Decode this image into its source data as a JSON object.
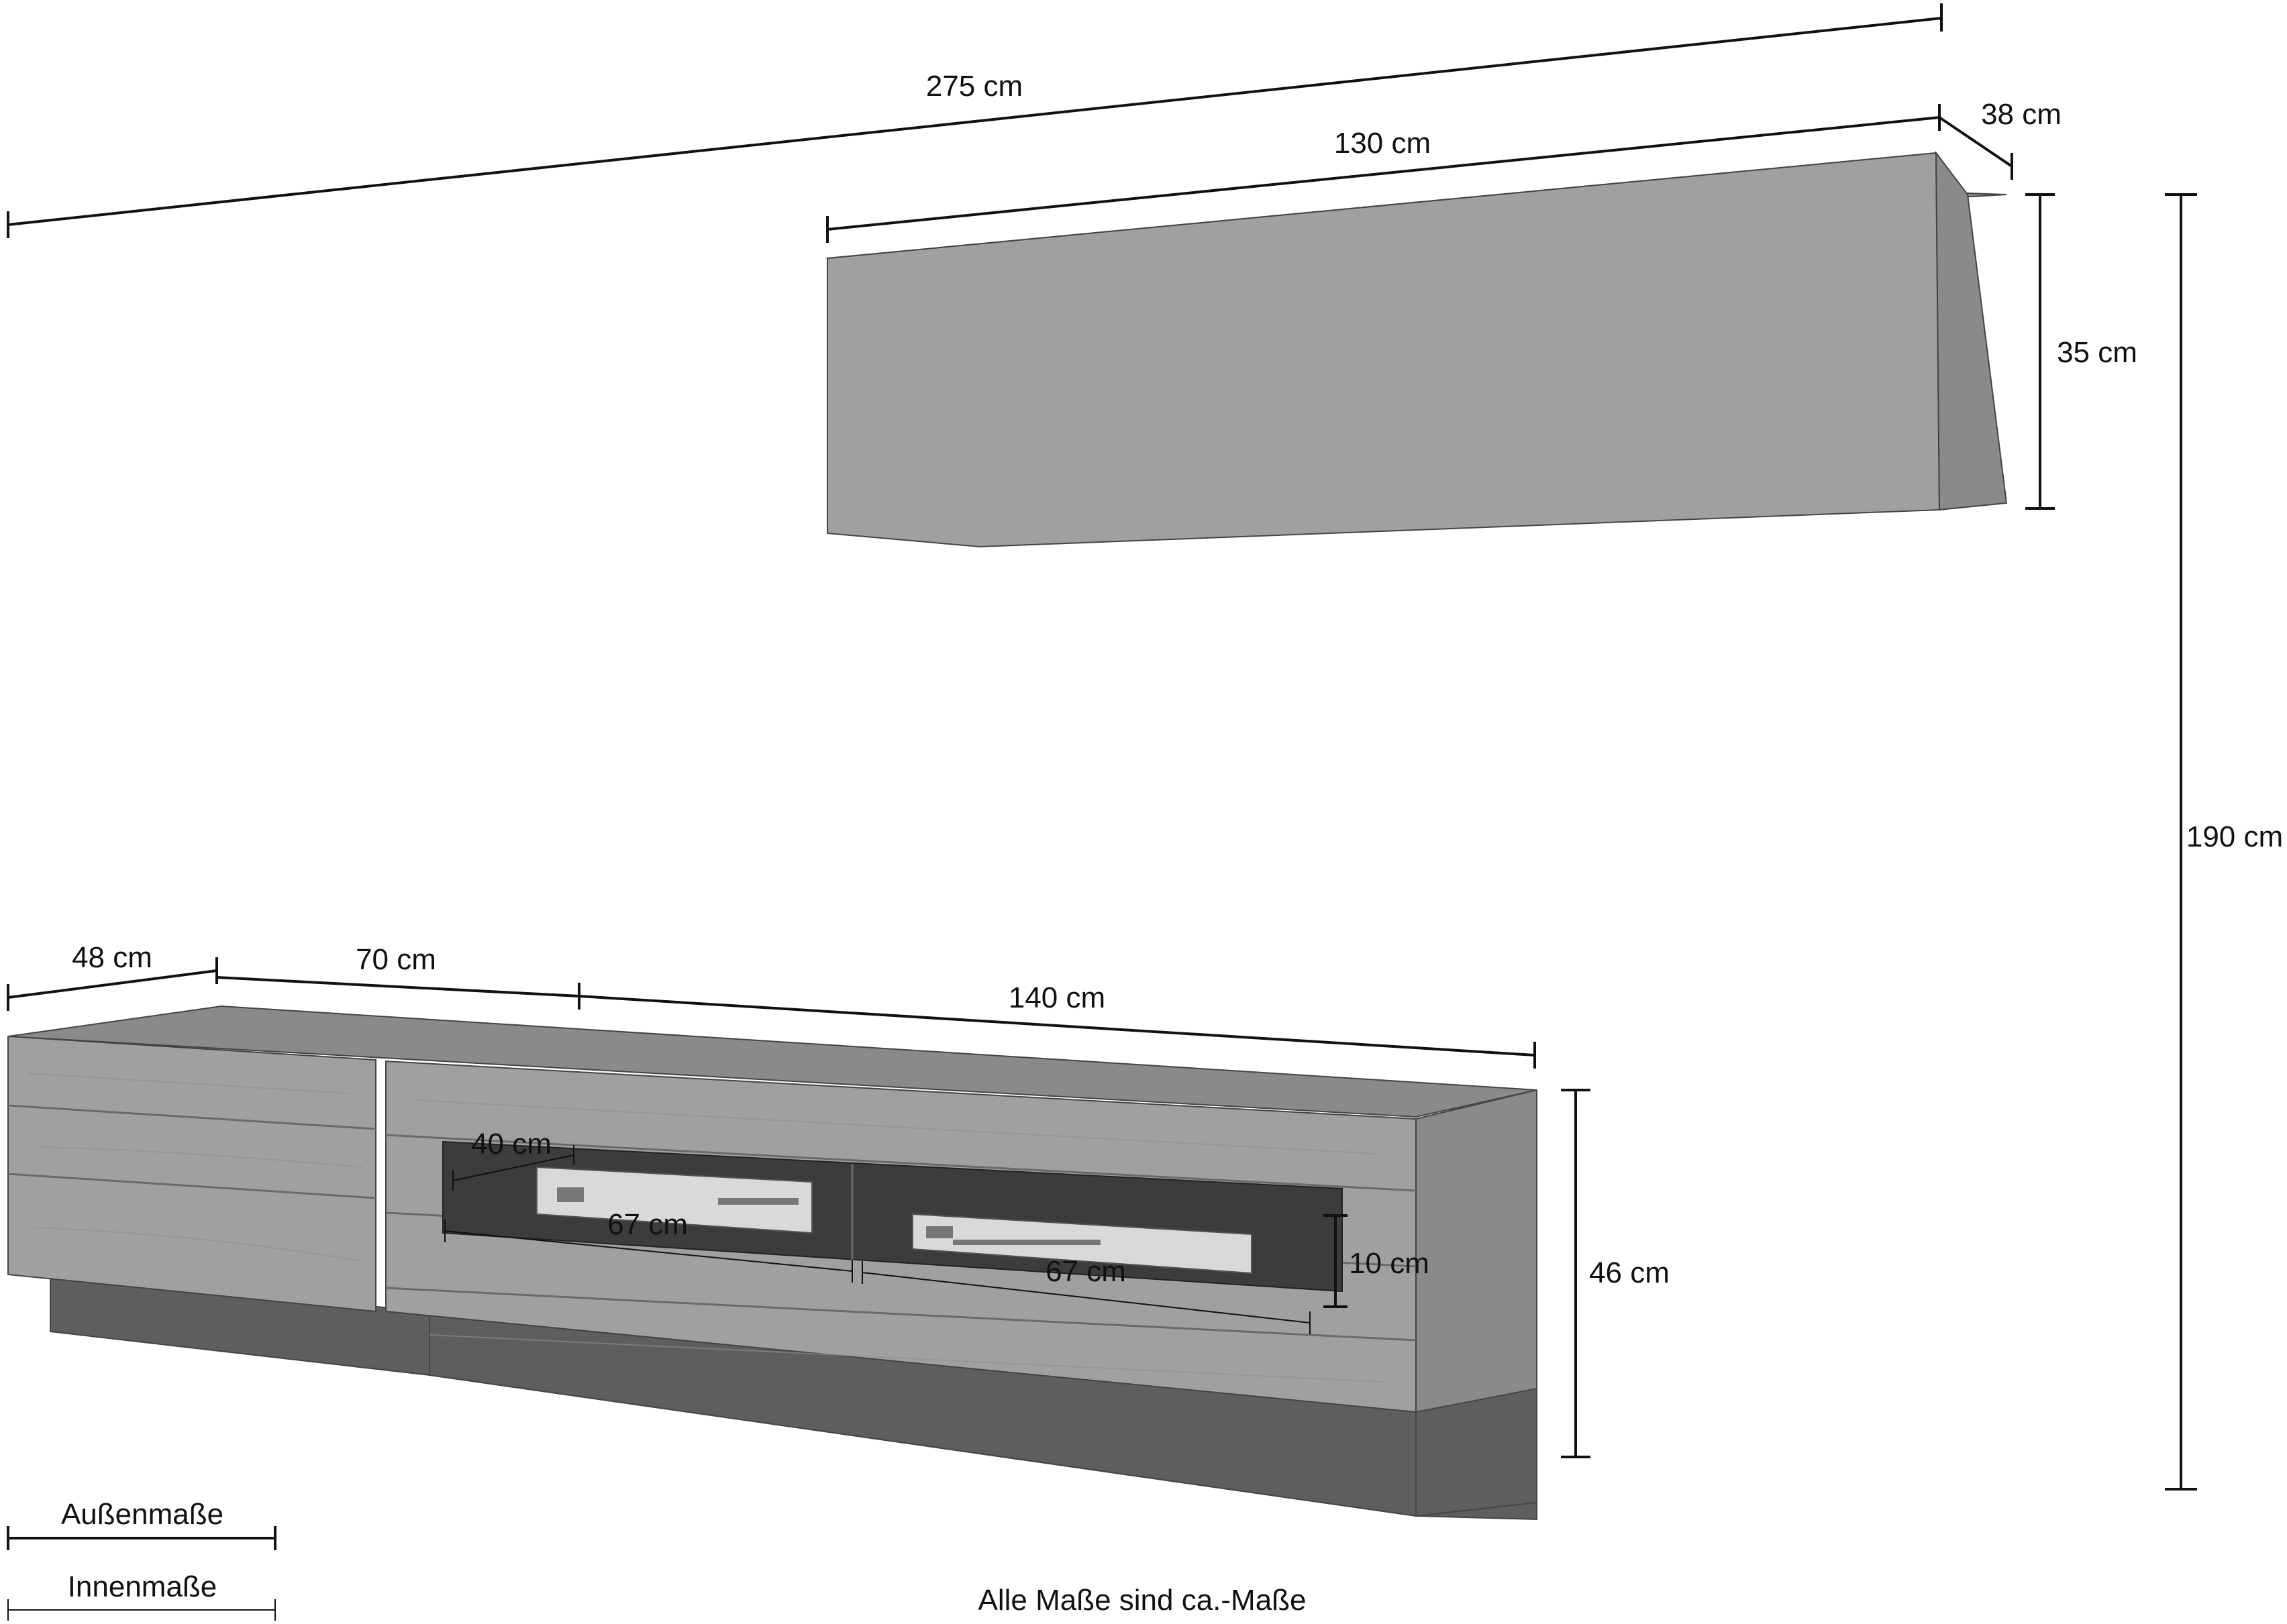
{
  "dimensions": {
    "total_width": "275 cm",
    "wall_unit_width": "130 cm",
    "wall_unit_depth": "38 cm",
    "wall_unit_height": "35 cm",
    "overall_height": "190 cm",
    "lowboard_depth": "48 cm",
    "left_section_width": "70 cm",
    "right_section_width": "140 cm",
    "lowboard_height": "46 cm",
    "inner_depth": "40 cm",
    "inner_width_left": "67 cm",
    "inner_width_right": "67 cm",
    "inner_height": "10 cm"
  },
  "legend": {
    "outer": "Außenmaße",
    "inner": "Innenmaße"
  },
  "footnote": "Alle Maße sind ca.-Maße",
  "colors": {
    "line": "#111111",
    "wood": "#a0a0a0",
    "plinth": "#5e5e5e",
    "cavity": "#3c3c3c"
  }
}
